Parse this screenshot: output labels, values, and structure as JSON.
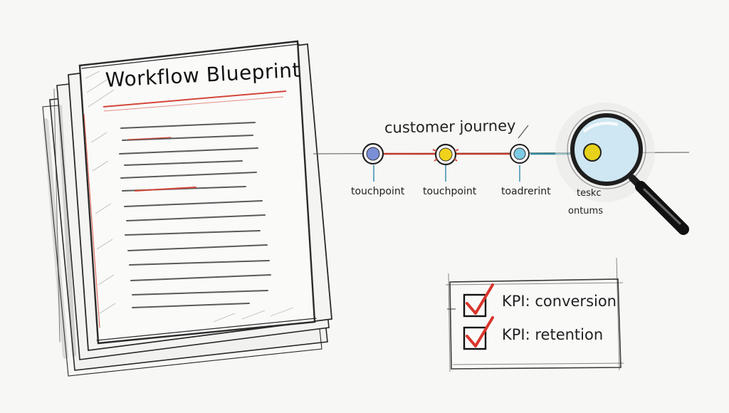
{
  "document": {
    "title": "Workflow Blueprint"
  },
  "journey": {
    "title": "customer journey",
    "touchpoints": [
      {
        "label": "touchpoint",
        "color": "#7b8fd6"
      },
      {
        "label": "touchpoint",
        "color": "#f0d21a"
      },
      {
        "label": "toadrerint",
        "color": "#7ecbe6"
      },
      {
        "label": "teskc",
        "sublabel": "ontums",
        "color": "#e6d21a"
      }
    ],
    "connector_colors": [
      "#c0392b",
      "#c0392b",
      "#2e8b9a"
    ]
  },
  "magnifier": {
    "icon": "magnifying-glass-icon",
    "lens_color": "#cfe7f2"
  },
  "checklist": {
    "items": [
      {
        "label": "KPI: conversion",
        "checked": true
      },
      {
        "label": "KPI: retention",
        "checked": true
      }
    ],
    "check_color": "#d9342b"
  }
}
